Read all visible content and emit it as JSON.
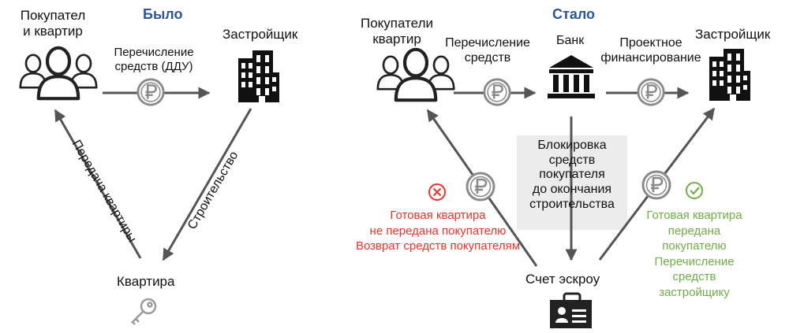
{
  "before": {
    "title": "Было",
    "buyers_label": [
      "Покупател",
      "и квартир"
    ],
    "transfer_label": [
      "Перечисление",
      "средств (ДДУ)"
    ],
    "developer_label": "Застройщик",
    "apartment_label": "Квартира",
    "handover_label": "Передача квартиры",
    "construction_label": "Строительство"
  },
  "after": {
    "title": "Стало",
    "buyers_label": [
      "Покупатели",
      "квартир"
    ],
    "transfer_label": [
      "Перечисление",
      "средств"
    ],
    "bank_label": "Банк",
    "project_finance_label": [
      "Проектное",
      "финансирование"
    ],
    "developer_label": "Застройщик",
    "blocking_label": [
      "Блокировка",
      "средств",
      "покупателя",
      "до окончания",
      "строительства"
    ],
    "escrow_label": "Счет эскроу",
    "fail_label": [
      "Готовая квартира",
      "не передана покупателю",
      "Возврат средств покупателям"
    ],
    "success_label": [
      "Готовая квартира",
      "передана",
      "покупателю",
      "Перечисление",
      "средств",
      "застройщику"
    ]
  },
  "colors": {
    "title": "#2e5597",
    "fail": "#e8332a",
    "success": "#70ad47",
    "arrow": "#555555",
    "coin": "#8a8a8a"
  },
  "icons": [
    "people-icon",
    "building-icon",
    "bank-icon",
    "coin-ruble-icon",
    "key-icon",
    "escrow-badge-icon",
    "cross-circle-icon",
    "check-circle-icon"
  ]
}
